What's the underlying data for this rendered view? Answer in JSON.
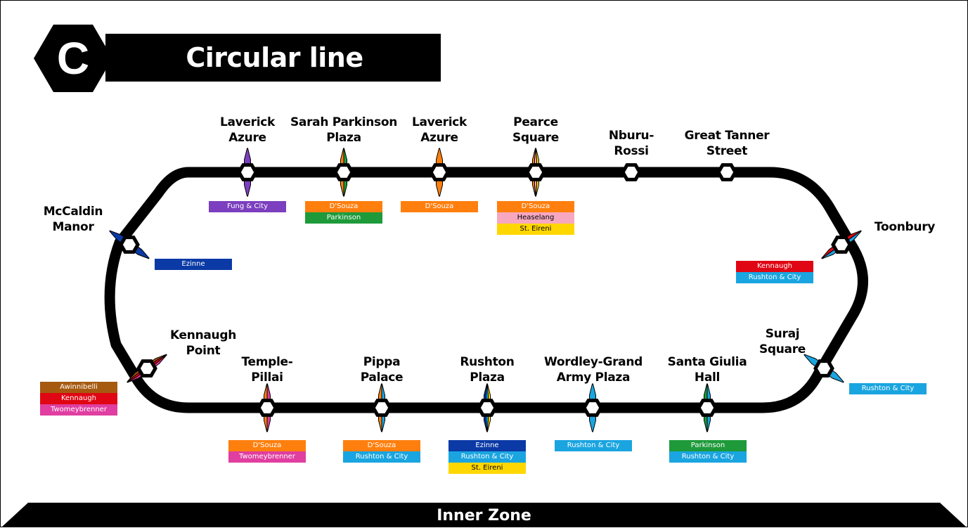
{
  "header": {
    "logo_letter": "C",
    "title": "Circular line"
  },
  "footer": {
    "zone_label": "Inner Zone"
  },
  "line_colors": {
    "Fung & City": "#7b3fbf",
    "D'Souza": "#ff7f0e",
    "Parkinson": "#1e9a3a",
    "Heaselang": "#f7a8c0",
    "St. Eireni": "#ffd700",
    "Ezinne": "#0b3aa6",
    "Kennaugh": "#e00613",
    "Rushton & City": "#1aa5e0",
    "Awinnibelli": "#a65a10",
    "Twomeybrenner": "#e03ea0"
  },
  "stations": [
    {
      "id": "mccaldin-manor",
      "lines": [
        "McCaldin",
        "Manor"
      ],
      "transfers": [
        "Ezinne"
      ]
    },
    {
      "id": "laverick-azure-1",
      "lines": [
        "Laverick",
        "Azure"
      ],
      "transfers": [
        "Fung & City"
      ]
    },
    {
      "id": "sarah-parkinson-plaza",
      "lines": [
        "Sarah Parkinson",
        "Plaza"
      ],
      "transfers": [
        "D'Souza",
        "Parkinson"
      ]
    },
    {
      "id": "laverick-azure-2",
      "lines": [
        "Laverick",
        "Azure"
      ],
      "transfers": [
        "D'Souza"
      ]
    },
    {
      "id": "pearce-square",
      "lines": [
        "Pearce",
        "Square"
      ],
      "transfers": [
        "D'Souza",
        "Heaselang",
        "St. Eireni"
      ]
    },
    {
      "id": "nburu-rossi",
      "lines": [
        "Nburu-",
        "Rossi"
      ],
      "transfers": []
    },
    {
      "id": "great-tanner-street",
      "lines": [
        "Great Tanner",
        "Street"
      ],
      "transfers": []
    },
    {
      "id": "toonbury",
      "lines": [
        "Toonbury"
      ],
      "transfers": [
        "Kennaugh",
        "Rushton & City"
      ]
    },
    {
      "id": "suraj-square",
      "lines": [
        "Suraj",
        "Square"
      ],
      "transfers": [
        "Rushton & City"
      ]
    },
    {
      "id": "santa-giulia-hall",
      "lines": [
        "Santa Giulia",
        "Hall"
      ],
      "transfers": [
        "Parkinson",
        "Rushton & City"
      ]
    },
    {
      "id": "wordley-grand-army-plaza",
      "lines": [
        "Wordley-Grand",
        "Army Plaza"
      ],
      "transfers": [
        "Rushton & City"
      ]
    },
    {
      "id": "rushton-plaza",
      "lines": [
        "Rushton",
        "Plaza"
      ],
      "transfers": [
        "Ezinne",
        "Rushton & City",
        "St. Eireni"
      ]
    },
    {
      "id": "pippa-palace",
      "lines": [
        "Pippa",
        "Palace"
      ],
      "transfers": [
        "D'Souza",
        "Rushton & City"
      ]
    },
    {
      "id": "temple-pillai",
      "lines": [
        "Temple-",
        "Pillai"
      ],
      "transfers": [
        "D'Souza",
        "Twomeybrenner"
      ]
    },
    {
      "id": "kennaugh-point",
      "lines": [
        "Kennaugh",
        "Point"
      ],
      "transfers": [
        "Awinnibelli",
        "Kennaugh",
        "Twomeybrenner"
      ]
    }
  ]
}
